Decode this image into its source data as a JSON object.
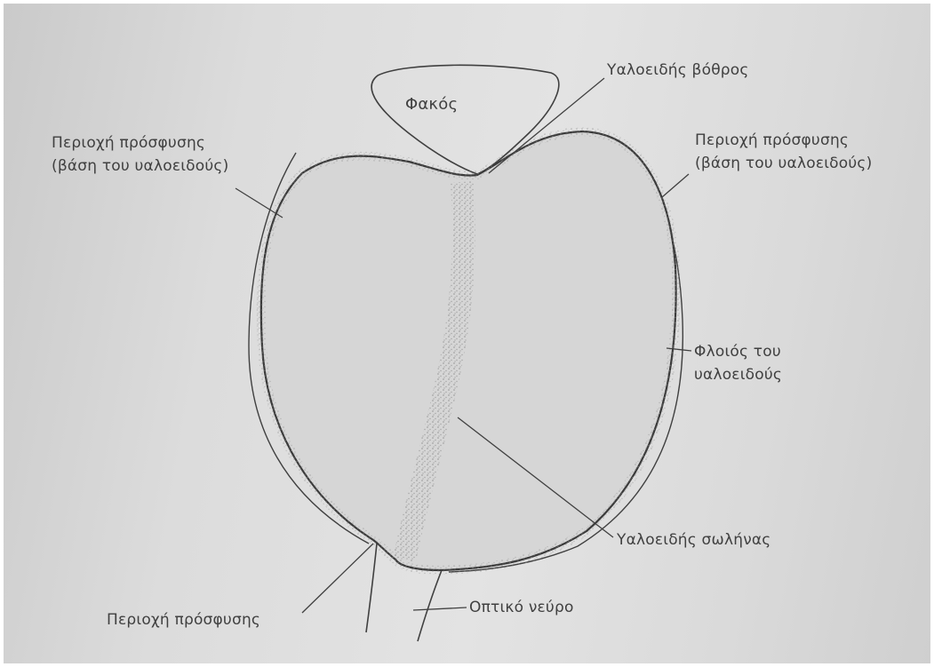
{
  "labels": {
    "lens": "Φακός",
    "hyaloid_fossa": "Υαλοειδής βόθρος",
    "attachment_left_line1": "Περιοχή πρόσφυσης",
    "attachment_left_line2": "(βάση του υαλοειδούς)",
    "attachment_right_line1": "Περιοχή πρόσφυσης",
    "attachment_right_line2": "(βάση του υαλοειδούς)",
    "cortex_line1": "Φλοιός του",
    "cortex_line2": "υαλοειδούς",
    "hyaloid_canal": "Υαλοειδής σωλήνας",
    "attachment_bottom": "Περιοχή πρόσφυσης",
    "optic_nerve": "Οπτικό νεύρο"
  },
  "colors": {
    "ink": "#404040",
    "paper": "#dedede",
    "stipple": "#8a8a8a"
  }
}
